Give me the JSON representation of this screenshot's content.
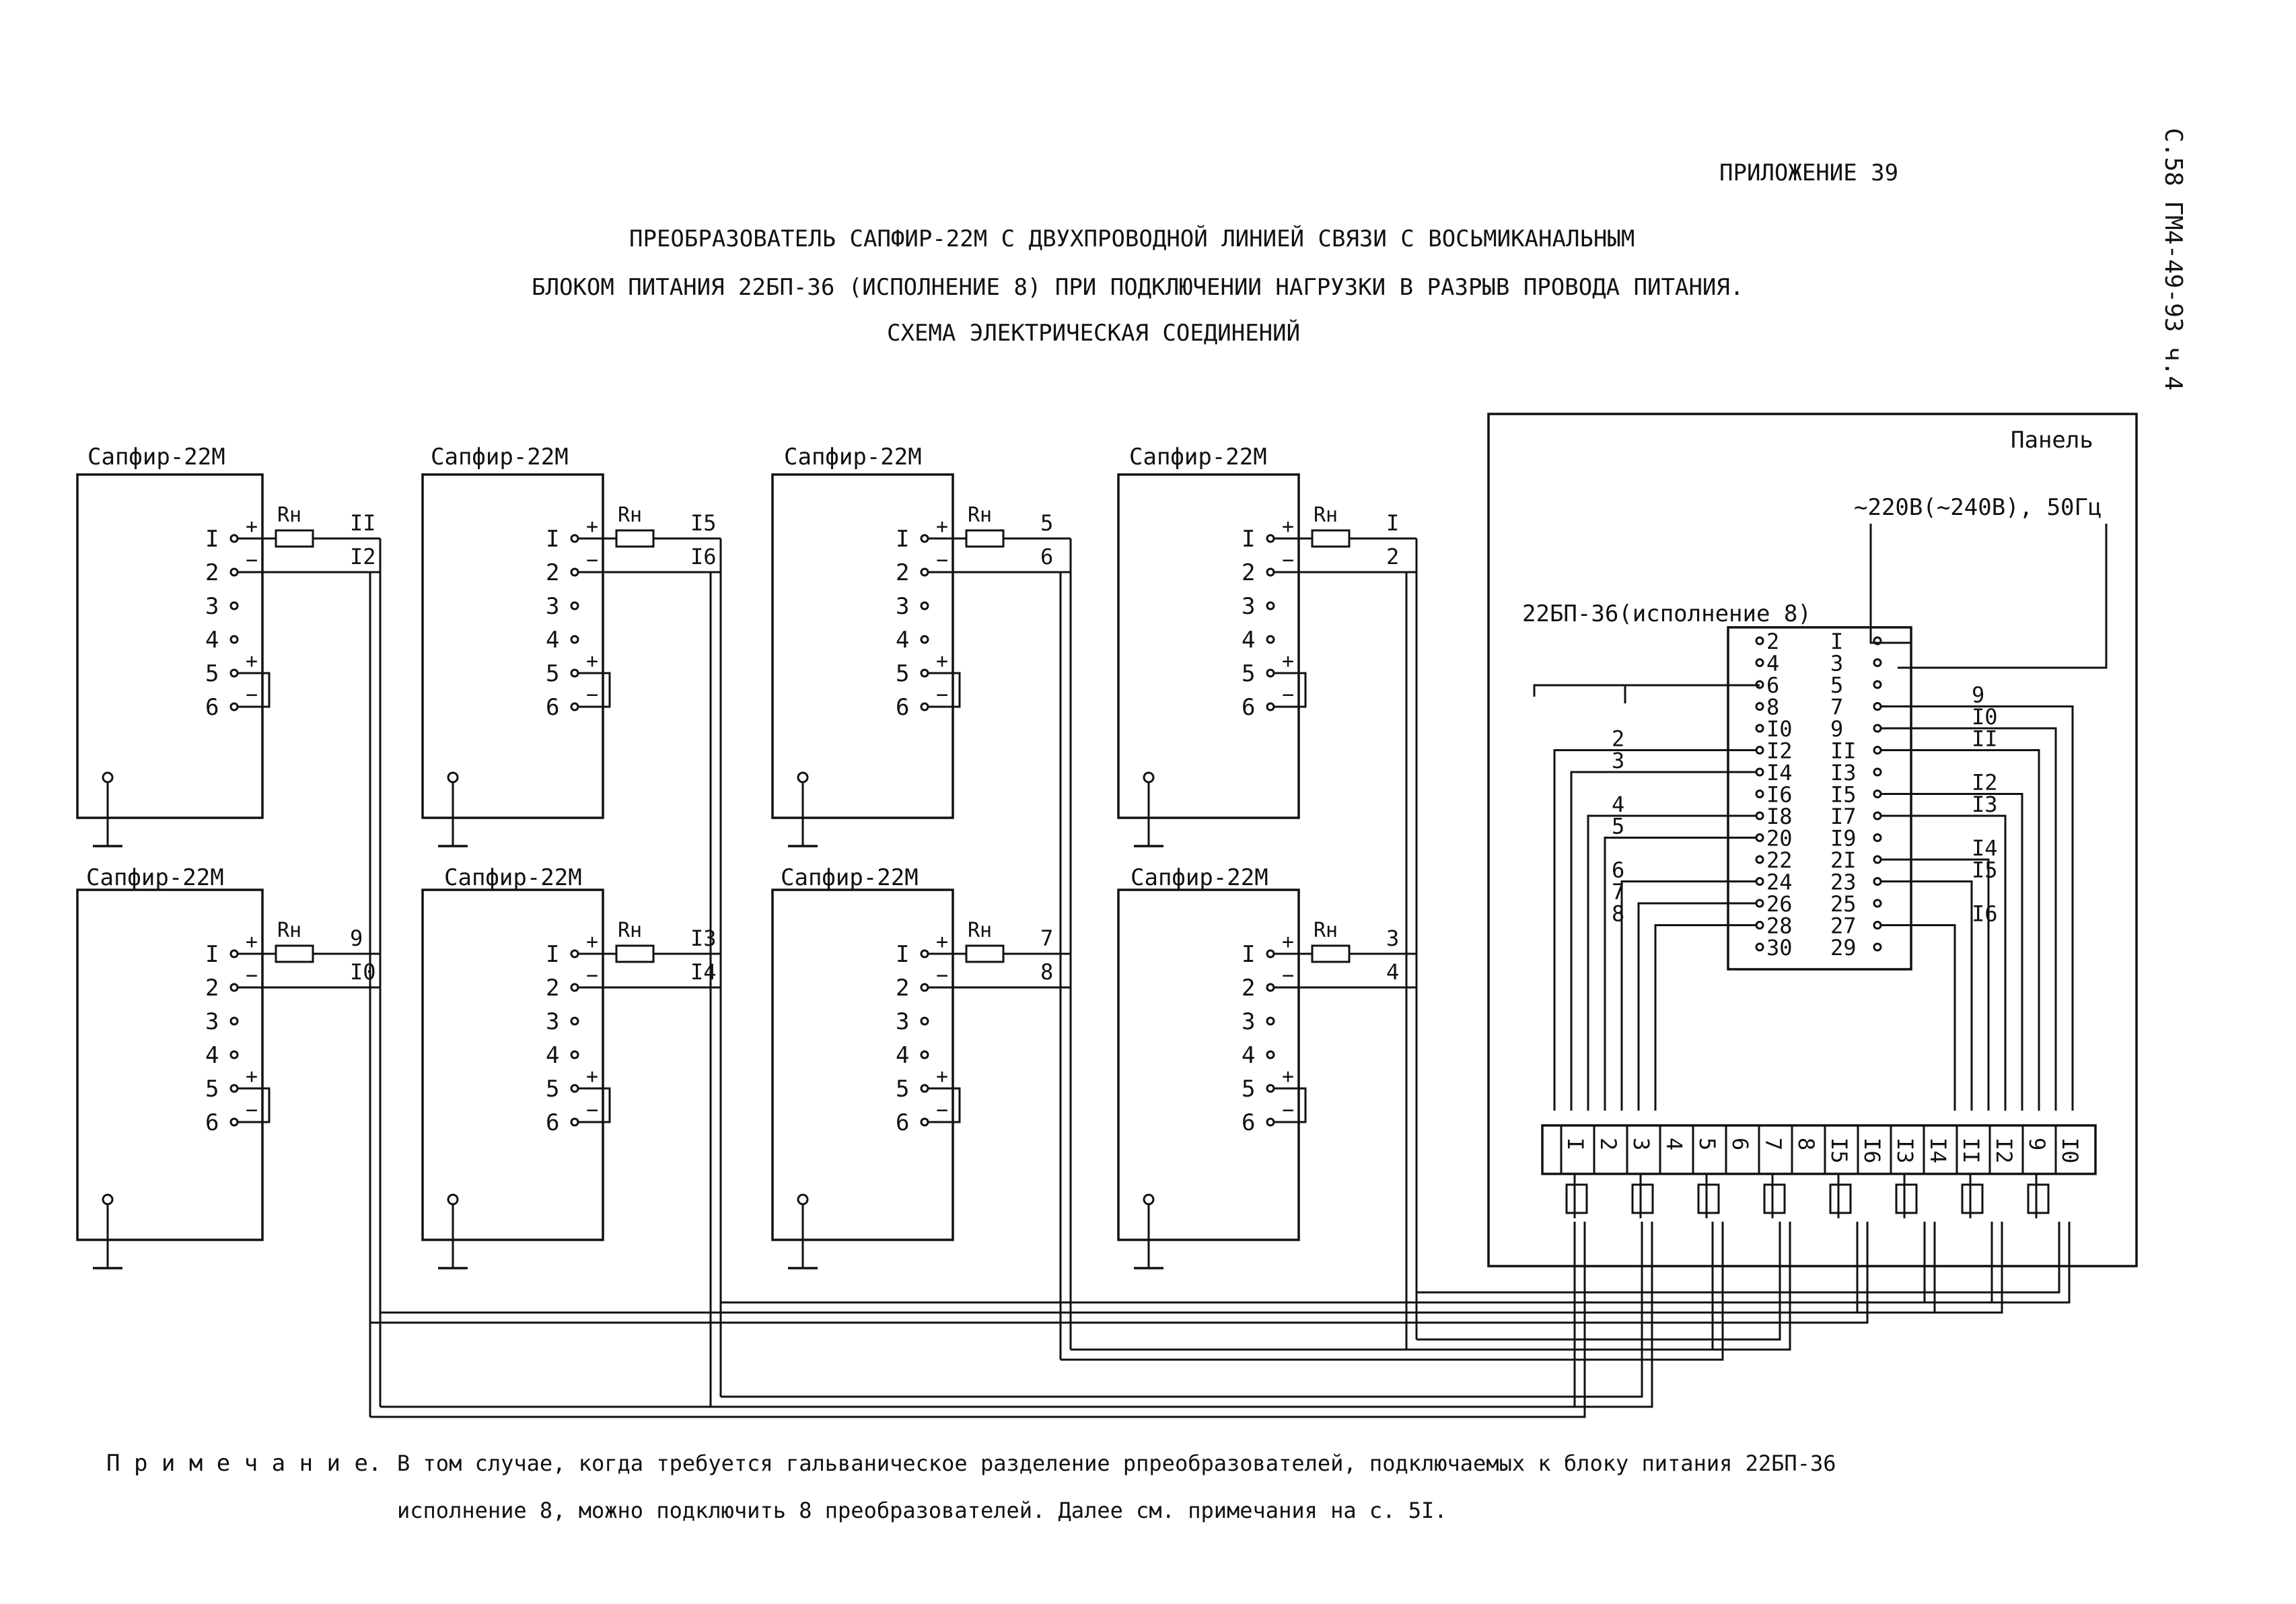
{
  "page_ref": "С.58  ГМ4-49-93 ч.4",
  "appendix": "ПРИЛОЖЕНИЕ 39",
  "title_lines": [
    "ПРЕОБРАЗОВАТЕЛЬ САПФИР-22М С ДВУХПРОВОДНОЙ ЛИНИЕЙ СВЯЗИ С ВОСЬМИКАНАЛЬНЫМ",
    "БЛОКОМ ПИТАНИЯ 22БП-36 (ИСПОЛНЕНИЕ 8) ПРИ ПОДКЛЮЧЕНИИ НАГРУЗКИ В РАЗРЫВ ПРОВОДА ПИТАНИЯ.",
    "СХЕМА ЭЛЕКТРИЧЕСКАЯ СОЕДИНЕНИЙ"
  ],
  "converter_name": "Сапфир-22М",
  "resistor_label": "Rн",
  "converters": [
    {
      "wire_plus": "II",
      "wire_minus": "I2",
      "pins": [
        "I",
        "2",
        "3",
        "4",
        "5",
        "6"
      ]
    },
    {
      "wire_plus": "I5",
      "wire_minus": "I6",
      "pins": [
        "I",
        "2",
        "3",
        "4",
        "5",
        "6"
      ]
    },
    {
      "wire_plus": "5",
      "wire_minus": "6",
      "pins": [
        "I",
        "2",
        "3",
        "4",
        "5",
        "6"
      ]
    },
    {
      "wire_plus": "I",
      "wire_minus": "2",
      "pins": [
        "I",
        "2",
        "3",
        "4",
        "5",
        "6"
      ]
    },
    {
      "wire_plus": "9",
      "wire_minus": "I0",
      "pins": [
        "I",
        "2",
        "3",
        "4",
        "5",
        "6"
      ]
    },
    {
      "wire_plus": "I3",
      "wire_minus": "I4",
      "pins": [
        "I",
        "2",
        "3",
        "4",
        "5",
        "6"
      ]
    },
    {
      "wire_plus": "7",
      "wire_minus": "8",
      "pins": [
        "I",
        "2",
        "3",
        "4",
        "5",
        "6"
      ]
    },
    {
      "wire_plus": "3",
      "wire_minus": "4",
      "pins": [
        "I",
        "2",
        "3",
        "4",
        "5",
        "6"
      ]
    }
  ],
  "panel": {
    "label": "Панель",
    "supply": "~220В(~240В), 50Гц",
    "unit_label": "22БП-36(исполнение 8)",
    "left_pins": [
      "2",
      "4",
      "6",
      "8",
      "I0",
      "I2",
      "I4",
      "I6",
      "I8",
      "20",
      "22",
      "24",
      "26",
      "28",
      "30"
    ],
    "right_pins": [
      "I",
      "3",
      "5",
      "7",
      "9",
      "II",
      "I3",
      "I5",
      "I7",
      "I9",
      "2I",
      "23",
      "25",
      "27",
      "29"
    ],
    "left_wires": [
      "2",
      "3",
      "4",
      "5",
      "6",
      "7",
      "8"
    ],
    "right_wires": [
      "9",
      "I0",
      "II",
      "I2",
      "I3",
      "I4",
      "I5",
      "I6"
    ],
    "terminals": [
      "I",
      "2",
      "3",
      "4",
      "5",
      "6",
      "7",
      "8",
      "I5",
      "I6",
      "I3",
      "I4",
      "II",
      "I2",
      "9",
      "I0"
    ]
  },
  "note": {
    "label": "П р и м е ч а н и е.",
    "line1": "В том случае, когда требуется гальваническое разделение рпреобразователей, подключаемых к блоку питания 22БП-36",
    "line2": "исполнение 8, можно подключить 8 преобразователей. Далее см. примечания на с. 5I."
  }
}
